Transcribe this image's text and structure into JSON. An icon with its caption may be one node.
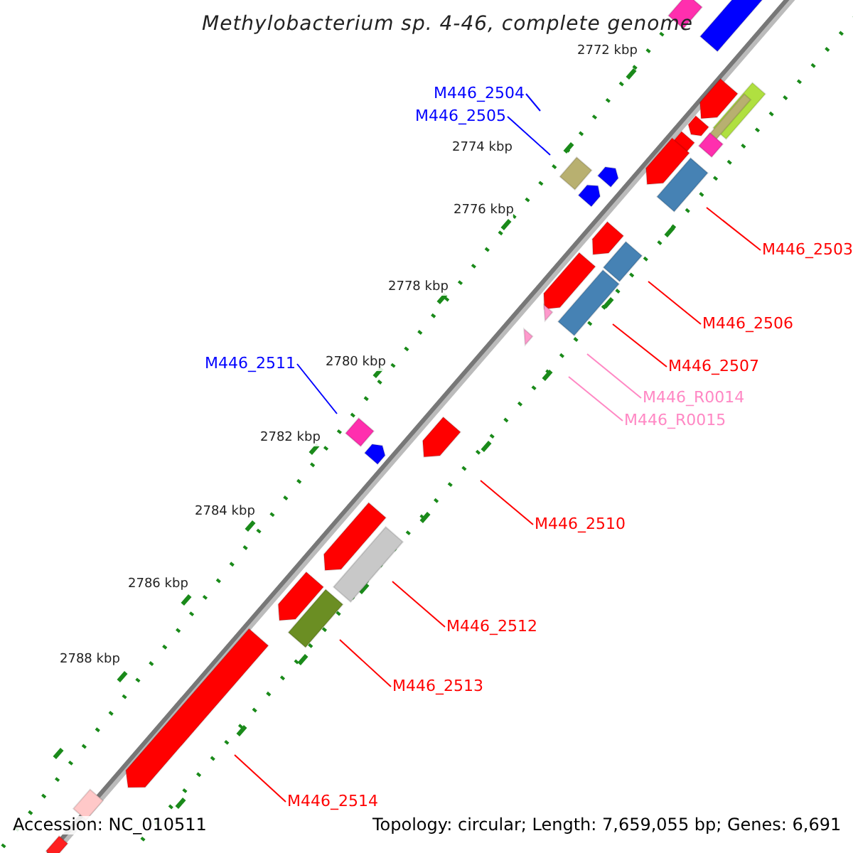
{
  "diagram": {
    "title": "Methylobacterium sp. 4-46, complete genome",
    "nodes": [
      {
        "text": [
          "M446_2504"
        ]
      },
      {
        "text": [
          "M446_2505"
        ]
      },
      {
        "text": [
          "M446_2503"
        ]
      },
      {
        "text": [
          "M446_2506"
        ]
      },
      {
        "text": [
          "M446_2507"
        ]
      },
      {
        "text": [
          "M446_R0014"
        ]
      },
      {
        "text": [
          "M446_R0015"
        ]
      },
      {
        "text": [
          "M446_2511"
        ]
      },
      {
        "text": [
          "M446_2510"
        ]
      },
      {
        "text": [
          "M446_2512"
        ]
      },
      {
        "text": [
          "M446_2513"
        ]
      },
      {
        "text": [
          "M446_2514"
        ]
      }
    ],
    "edges": [
      {
        "from": 0,
        "to": null,
        "arrow": "none",
        "color": "#0000ff"
      },
      {
        "from": 1,
        "to": null,
        "arrow": "none",
        "color": "#0000ff"
      },
      {
        "from": 2,
        "to": null,
        "arrow": "none"
      },
      {
        "from": 3,
        "to": null,
        "arrow": "none"
      },
      {
        "from": 4,
        "to": null,
        "arrow": "none"
      },
      {
        "from": 5,
        "to": null,
        "arrow": "none",
        "color": "#ff88c4"
      },
      {
        "from": 6,
        "to": null,
        "arrow": "none",
        "color": "#ff88c4"
      },
      {
        "from": 7,
        "to": null,
        "arrow": "none",
        "color": "#0000ff"
      },
      {
        "from": 8,
        "to": null,
        "arrow": "none"
      },
      {
        "from": 9,
        "to": null,
        "arrow": "none"
      },
      {
        "from": 10,
        "to": null,
        "arrow": "none"
      },
      {
        "from": 11,
        "to": null,
        "arrow": "none"
      }
    ],
    "labels": [
      "2772 kbp",
      "2774 kbp",
      "2776 kbp",
      "2778 kbp",
      "2780 kbp",
      "2782 kbp",
      "2784 kbp",
      "2786 kbp",
      "2788 kbp",
      "Accession: NC_010511",
      "Topology: circular; Length: 7,659,055 bp; Genes: 6,691"
    ]
  }
}
